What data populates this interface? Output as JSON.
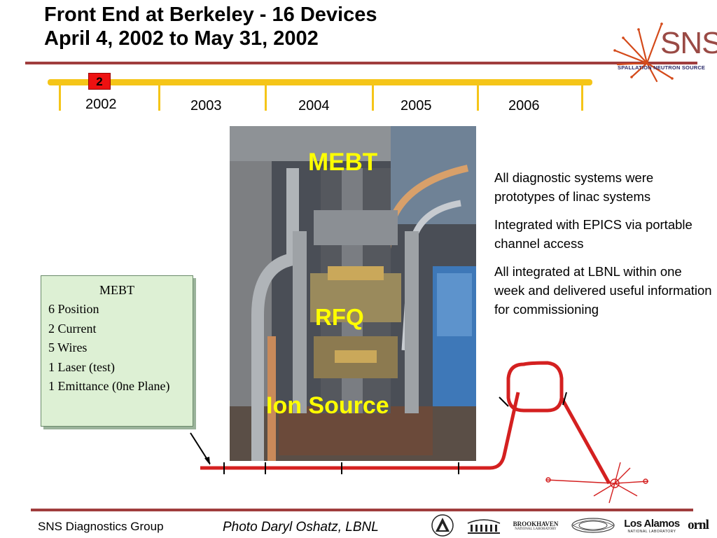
{
  "slide": {
    "title_line1": "Front End at Berkeley - 16 Devices",
    "title_line2": "April 4, 2002 to May 31, 2002"
  },
  "logo": {
    "text": "SNS",
    "subtitle": "SPALLATION NEUTRON SOURCE",
    "icon": "starburst-icon"
  },
  "timeline": {
    "marker": "2",
    "years": [
      "2002",
      "2003",
      "2004",
      "2005",
      "2006"
    ]
  },
  "photo": {
    "labels": {
      "top": "MEBT",
      "middle": "RFQ",
      "bottom": "Ion Source"
    },
    "credit": "Photo Daryl Oshatz, LBNL"
  },
  "bullets": [
    "All diagnostic systems were prototypes of linac systems",
    "Integrated with EPICS via portable channel access",
    "All integrated at LBNL within one week and delivered useful information for commissioning"
  ],
  "mebt_box": {
    "heading": "MEBT",
    "lines": [
      "6 Position",
      "2 Current",
      "5 Wires",
      "1 Laser (test)",
      "1 Emittance (0ne Plane)"
    ]
  },
  "footer": {
    "group": "SNS Diagnostics Group",
    "partners": {
      "brookhaven": "BROOKHAVEN",
      "brookhaven_sub": "NATIONAL LABORATORY",
      "losalamos": "Los Alamos",
      "losalamos_sub": "NATIONAL LABORATORY",
      "ornl": "ornl"
    }
  },
  "colors": {
    "title_rule": "#a03d3d",
    "timeline": "#f5c518",
    "marker": "#ee1111",
    "beamline": "#d42020",
    "photo_label": "#ffff00",
    "box_fill": "#ddf0d4"
  }
}
